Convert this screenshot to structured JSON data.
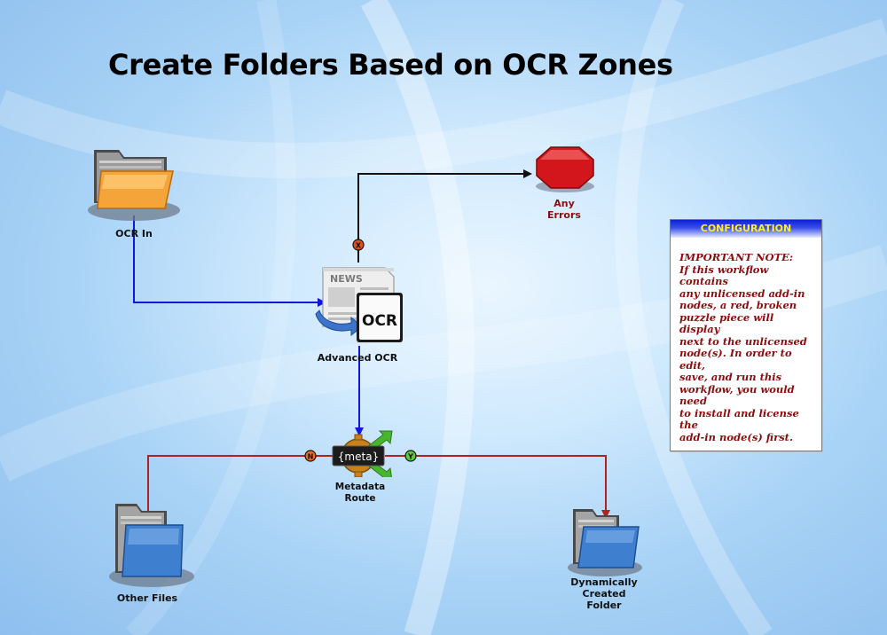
{
  "diagram": {
    "title": "Create Folders Based on OCR Zones",
    "nodes": {
      "ocr_in": {
        "label": "OCR In"
      },
      "any_errors": {
        "label_lines": [
          "Any",
          "Errors"
        ]
      },
      "advanced_ocr": {
        "label": "Advanced OCR",
        "icon_text_news": "NEWS",
        "icon_text_ocr": "OCR"
      },
      "metadata_route": {
        "label_lines": [
          "Metadata",
          "Route"
        ],
        "icon_text": "{meta}"
      },
      "other_files": {
        "label": "Other Files"
      },
      "dynamic_folder": {
        "label_lines": [
          "Dynamically",
          "Created",
          "Folder"
        ]
      }
    },
    "edge_markers": {
      "error": "X",
      "no": "N",
      "yes": "Y"
    },
    "colors": {
      "flow": "#1216e0",
      "error": "#111111",
      "route": "#b0221e",
      "folder_orange": "#f5a43a",
      "folder_blue": "#3f7fcf"
    }
  },
  "config_panel": {
    "header": "CONFIGURATION",
    "note_title": "IMPORTANT NOTE:",
    "note_lines": [
      "If this workflow contains",
      "any unlicensed add-in",
      "nodes, a red, broken",
      "puzzle piece will display",
      "next to the unlicensed",
      "node(s). In order to edit,",
      "save, and run this",
      "workflow, you would need",
      "to install and license the",
      "add-in node(s) first."
    ]
  }
}
